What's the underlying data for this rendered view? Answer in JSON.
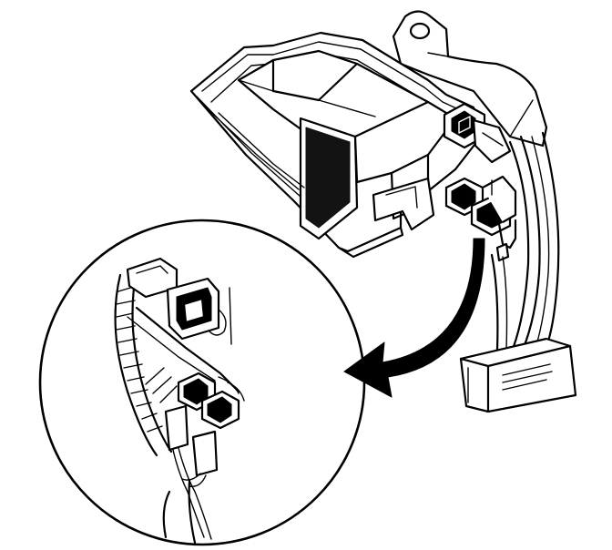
{
  "figure": {
    "kind": "line-art",
    "colors": {
      "ink": "#000000",
      "paper": "#ffffff"
    },
    "parts": [
      "module-housing",
      "mounting-bracket",
      "connectors",
      "wiring-harness",
      "callout-arrow",
      "detail-magnifier-circle",
      "label-plate"
    ]
  }
}
